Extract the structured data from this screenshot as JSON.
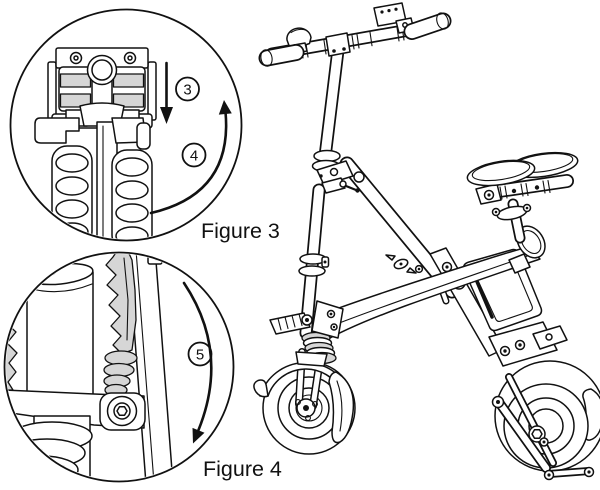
{
  "colors": {
    "background": "#ffffff",
    "line": "#111111",
    "shade": "#d6d6d6"
  },
  "callouts": [
    {
      "caption": "Figure 3",
      "steps": [
        {
          "number": "3",
          "icon": "arrow-down-icon"
        },
        {
          "number": "4",
          "icon": "arrow-curve-up-icon"
        }
      ]
    },
    {
      "caption": "Figure 4",
      "steps": [
        {
          "number": "5",
          "icon": "arrow-curve-down-icon"
        }
      ]
    }
  ]
}
